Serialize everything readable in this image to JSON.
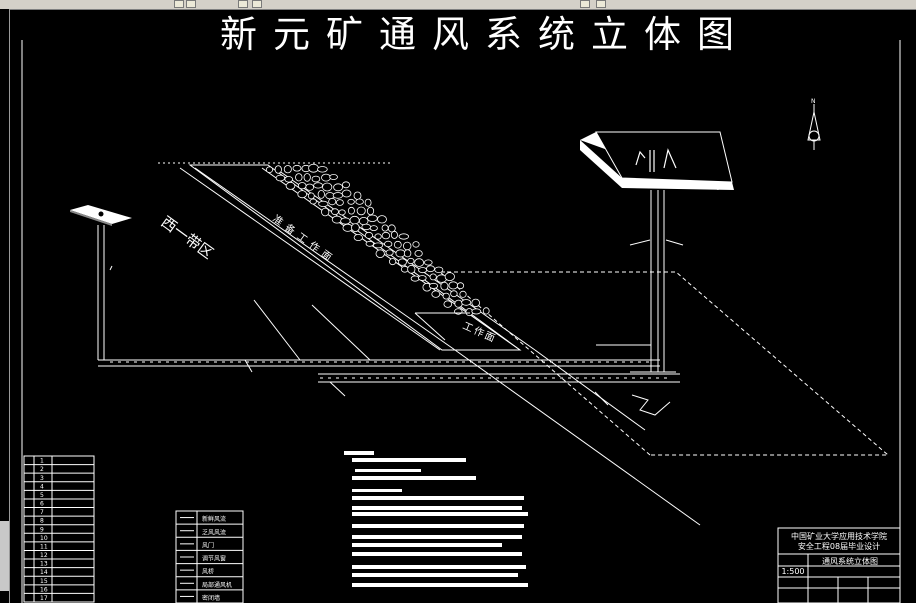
{
  "title": "新元矿通风系统立体图",
  "labels": {
    "district": "西一带区",
    "prep_face": "准备工作面",
    "work_face": "工作面"
  },
  "north": "N",
  "legend_left_rows": [
    "1",
    "2",
    "3",
    "4",
    "5",
    "6",
    "7",
    "8",
    "9",
    "10",
    "11",
    "12",
    "13",
    "14",
    "15",
    "16",
    "17"
  ],
  "legend_mid_rows": [
    "新鲜风流",
    "乏风风流",
    "风门",
    "调节风窗",
    "风桥",
    "局部通风机",
    "密闭墙"
  ],
  "title_block": {
    "school": "中国矿业大学应用技术学院",
    "project": "安全工程08届毕业设计",
    "drawing_name": "通风系统立体图",
    "scale": "1:500"
  },
  "colors": {
    "background": "#000000",
    "lines": "#ffffff",
    "gray": "#9a9a9a"
  }
}
